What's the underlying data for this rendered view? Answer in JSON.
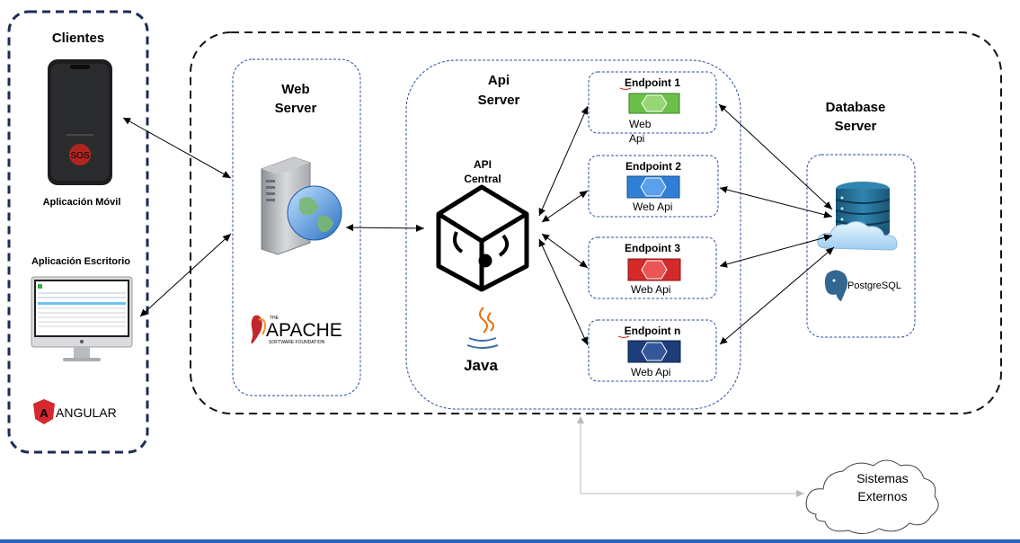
{
  "clients": {
    "title": "Clientes",
    "mobile_label": "Aplicación Móvil",
    "mobile_button": "SOS",
    "desktop_label": "Aplicación Escritorio",
    "framework_logo": "ANGULAR"
  },
  "web_server": {
    "title_line1": "Web",
    "title_line2": "Server",
    "logo_main": "APACHE",
    "logo_sub": "SOFTWARE FOUNDATION",
    "logo_the": "THE"
  },
  "api_server": {
    "title_line1": "Api",
    "title_line2": "Server",
    "central_line1": "API",
    "central_line2": "Central",
    "java_label": "Java"
  },
  "endpoints": [
    {
      "title": "Endpoint 1",
      "sub_line1": "Web",
      "sub_line2": "Api",
      "color": "#6cc04a"
    },
    {
      "title": "Endpoint 2",
      "sub_line1": "Web Api",
      "sub_line2": "",
      "color": "#2f7fd6"
    },
    {
      "title": "Endpoint 3",
      "sub_line1": "Web Api",
      "sub_line2": "",
      "color": "#d42a2a"
    },
    {
      "title": "Endpoint n",
      "sub_line1": "Web Api",
      "sub_line2": "",
      "color": "#1d3d7a"
    }
  ],
  "database_server": {
    "title_line1": "Database",
    "title_line2": "Server",
    "postgres_label": "PostgreSQL"
  },
  "external": {
    "line1": "Sistemas",
    "line2": "Externos"
  },
  "colors": {
    "dashed_navy": "#1a2d55",
    "dotted_blue": "#2b4e9a",
    "arrow": "#000000",
    "arrow_gray": "#bbbbbb",
    "bottom_bar": "#2a62b8"
  }
}
